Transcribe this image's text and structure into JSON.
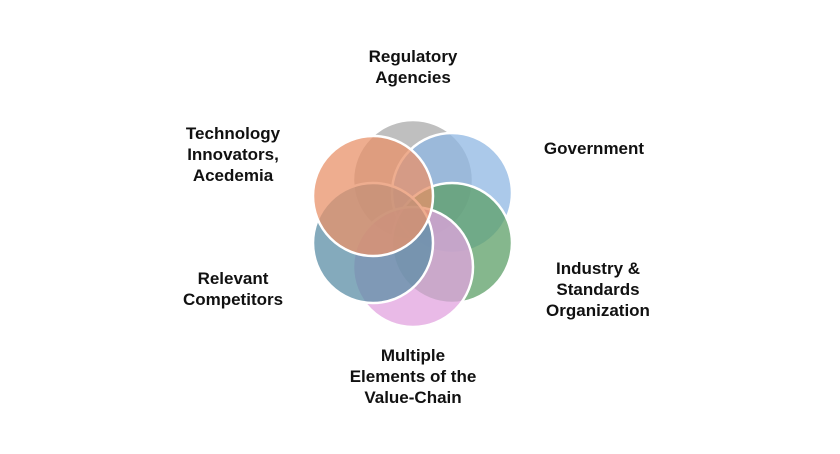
{
  "circles": [
    {
      "id": "regulatory",
      "color": "#a9a9a9"
    },
    {
      "id": "government",
      "color": "#8fb7e3"
    },
    {
      "id": "industry",
      "color": "#5c9f67"
    },
    {
      "id": "value-chain",
      "color": "#e2a3df"
    },
    {
      "id": "competitors",
      "color": "#5b8ea6"
    },
    {
      "id": "technology",
      "color": "#e8916a"
    }
  ],
  "labels": {
    "regulatory": [
      "Regulatory",
      "Agencies"
    ],
    "government": [
      "Government"
    ],
    "industry": [
      "Industry &",
      "Standards",
      "Organization"
    ],
    "value_chain": [
      "Multiple",
      "Elements of the",
      "Value-Chain"
    ],
    "competitors": [
      "Relevant",
      "Competitors"
    ],
    "technology": [
      "Technology",
      "Innovators,",
      "Acedemia"
    ]
  }
}
